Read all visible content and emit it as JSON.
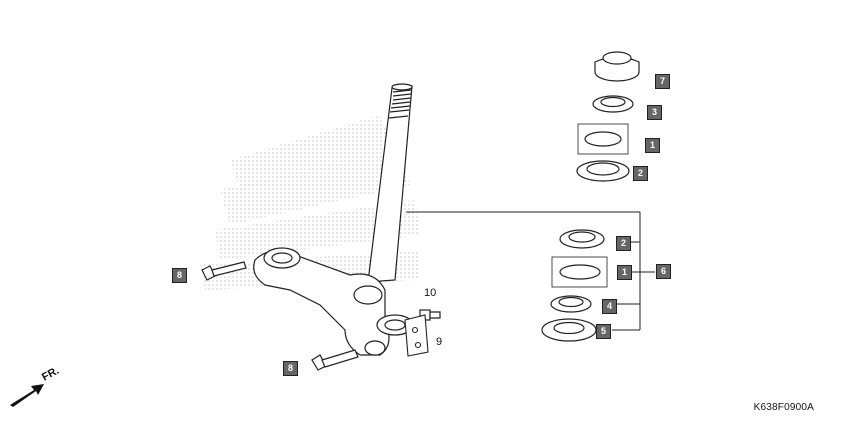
{
  "diagram_code": "K638F0900A",
  "front_label": "FR.",
  "plain_callouts": {
    "bolt_small": "10",
    "clip": "9"
  },
  "callouts": {
    "c7": "7",
    "c3": "3",
    "c1_top": "1",
    "c2_top": "2",
    "c2_mid": "2",
    "c1_mid": "1",
    "c6": "6",
    "c4": "4",
    "c5": "5",
    "c8_top": "8",
    "c8_bottom": "8"
  },
  "colors": {
    "line": "#222222",
    "callout_fill": "#666666",
    "watermark": "#c8c8c8"
  }
}
